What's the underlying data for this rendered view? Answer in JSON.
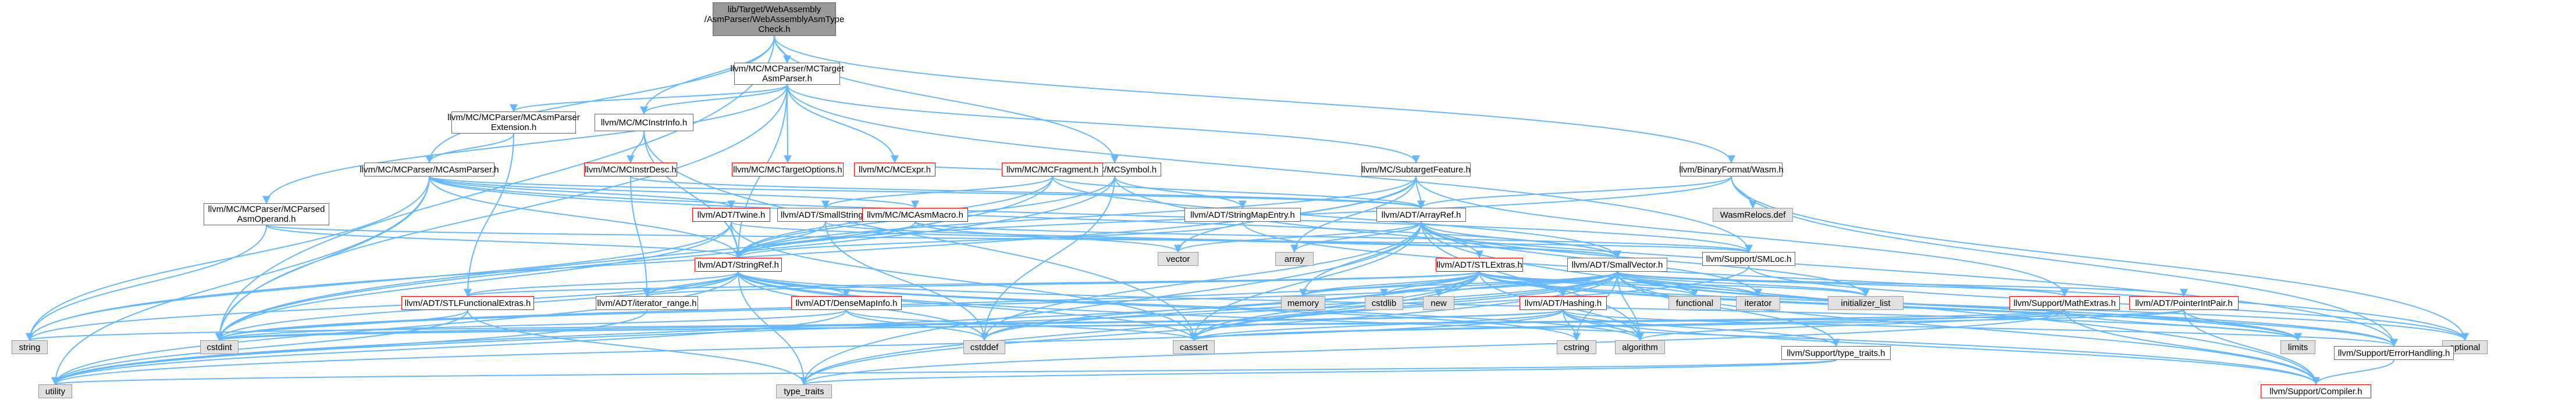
{
  "colors": {
    "edge": "#63b8ff",
    "node_border": "#666666",
    "truncated_border": "#ff0000",
    "root_fill": "#999999",
    "missing_fill": "#e0e0e0",
    "node_fill": "#ffffff"
  },
  "nodes": {
    "root": "lib/Target/WebAssembly\n/AsmParser/WebAssemblyAsmType\nCheck.h",
    "mctargetasmparser": "llvm/MC/MCParser/MCTarget\nAsmParser.h",
    "asmparserext": "llvm/MC/MCParser/MCAsmParser\nExtension.h",
    "mcinstrinfo": "llvm/MC/MCInstrInfo.h",
    "mcsymbol": "llvm/MC/MCSymbol.h",
    "mcasmparser": "llvm/MC/MCParser/MCAsmParser.h",
    "mcinstrdesc": "llvm/MC/MCInstrDesc.h",
    "mctargetoptions": "llvm/MC/MCTargetOptions.h",
    "mcexpr": "llvm/MC/MCExpr.h",
    "mcfragment": "llvm/MC/MCFragment.h",
    "mcsubtarget": "llvm/MC/SubtargetFeature.h",
    "wasm": "llvm/BinaryFormat/Wasm.h",
    "wasmrelocs": "WasmRelocs.def",
    "mcparsedasm": "llvm/MC/MCParser/MCParsed\nAsmOperand.h",
    "twine": "llvm/ADT/Twine.h",
    "smallstring": "llvm/ADT/SmallString.h",
    "mcasmmacro": "llvm/MC/MCAsmMacro.h",
    "stringmapentry": "llvm/ADT/StringMapEntry.h",
    "arrayref": "llvm/ADT/ArrayRef.h",
    "smloc": "llvm/Support/SMLoc.h",
    "vector": "vector",
    "array": "array",
    "stringref": "llvm/ADT/StringRef.h",
    "stlextras": "llvm/ADT/STLExtras.h",
    "smallvector": "llvm/ADT/SmallVector.h",
    "stlfunctionalextras": "llvm/ADT/STLFunctionalExtras.h",
    "iteratorrange": "llvm/ADT/iterator_range.h",
    "densemapinfo": "llvm/ADT/DenseMapInfo.h",
    "hashing": "llvm/ADT/Hashing.h",
    "memory": "memory",
    "cstdlib": "cstdlib",
    "new": "new",
    "functional": "functional",
    "iterator": "iterator",
    "initializer_list": "initializer_list",
    "mathextras": "llvm/Support/MathExtras.h",
    "pointerintpair": "llvm/ADT/PointerIntPair.h",
    "string": "string",
    "cstdint": "cstdint",
    "cstddef": "cstddef",
    "cassert": "cassert",
    "cstring": "cstring",
    "algorithm": "algorithm",
    "limits": "limits",
    "optional": "optional",
    "typetraits_llvm": "llvm/Support/type_traits.h",
    "errorhandling": "llvm/Support/ErrorHandling.h",
    "utility": "utility",
    "type_traits": "type_traits",
    "compiler": "llvm/Support/Compiler.h"
  }
}
